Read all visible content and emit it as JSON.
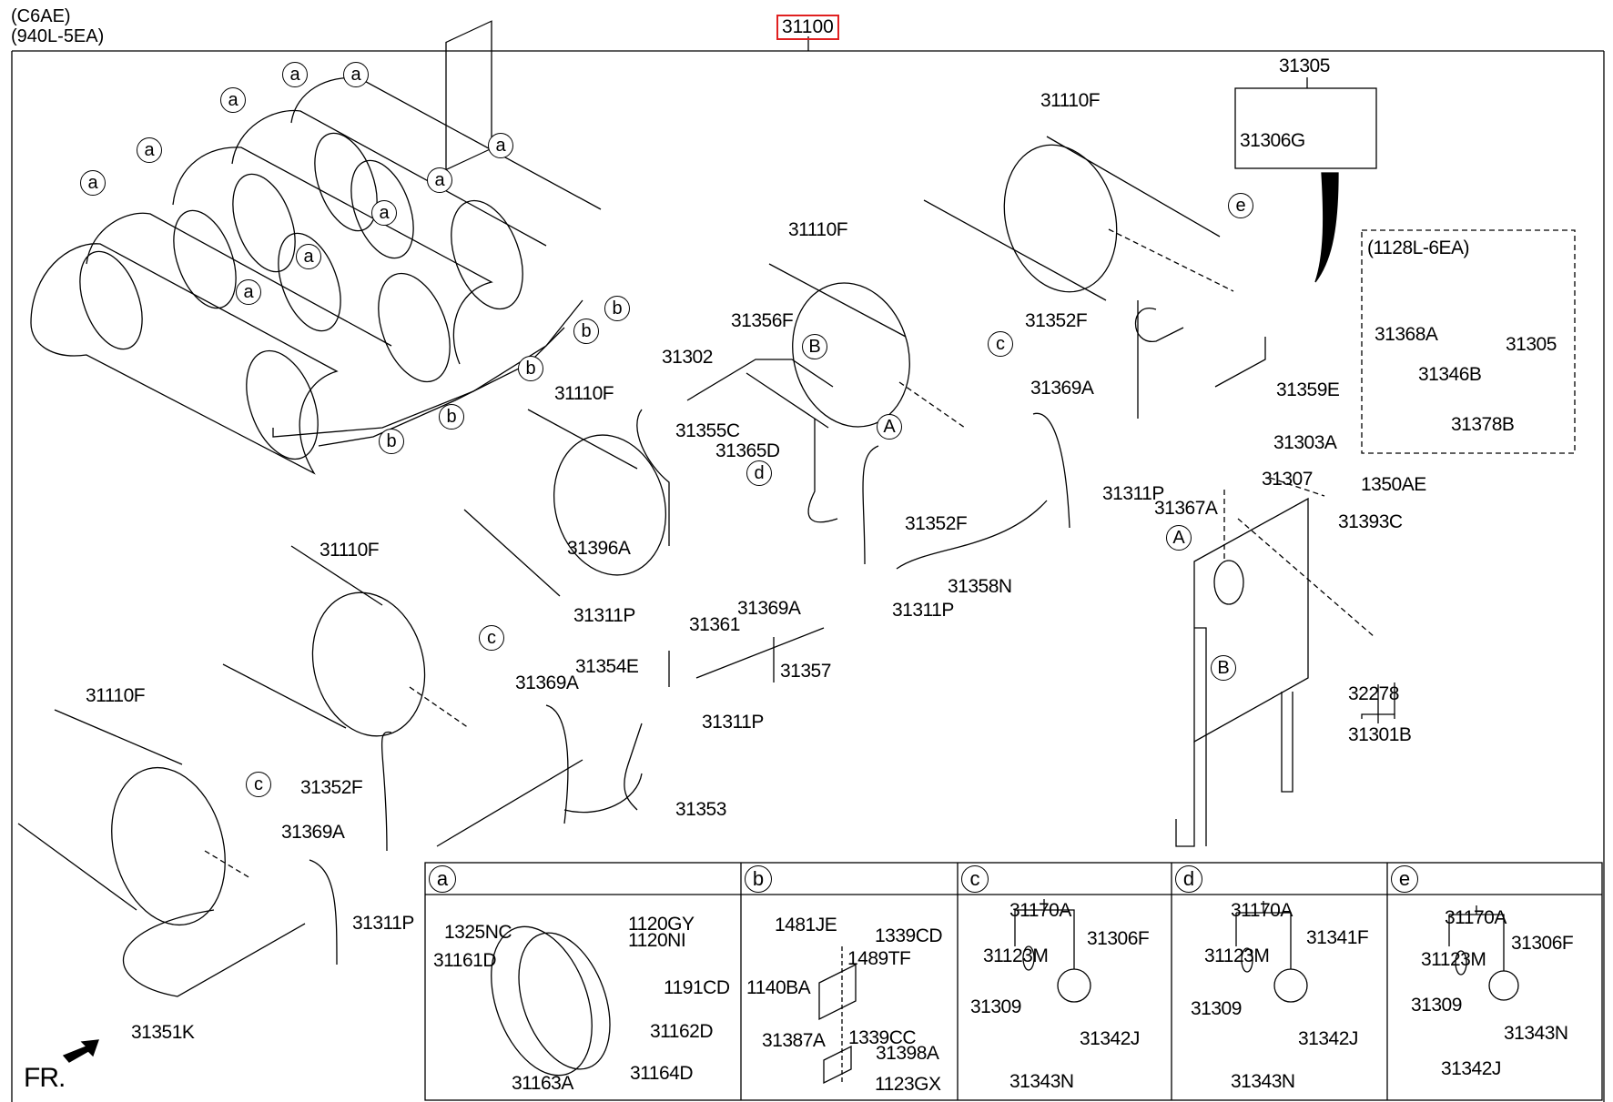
{
  "header": {
    "model_code": "(C6AE)",
    "capacity_note": "(940L-5EA)",
    "assembly_ref": "31100",
    "accent_color": "#e02020"
  },
  "main_labels": [
    {
      "id": "31110F_top",
      "text": "31110F"
    },
    {
      "id": "31110F_mid",
      "text": "31110F"
    },
    {
      "id": "31110F_left",
      "text": "31110F"
    },
    {
      "id": "31110F_lower",
      "text": "31110F"
    },
    {
      "id": "31110F_bottom",
      "text": "31110F"
    },
    {
      "id": "31305_top",
      "text": "31305"
    },
    {
      "id": "31306G",
      "text": "31306G"
    },
    {
      "id": "31356F",
      "text": "31356F"
    },
    {
      "id": "31302",
      "text": "31302"
    },
    {
      "id": "31355C",
      "text": "31355C"
    },
    {
      "id": "31365D",
      "text": "31365D"
    },
    {
      "id": "31396A",
      "text": "31396A"
    },
    {
      "id": "31352F_top",
      "text": "31352F"
    },
    {
      "id": "31352F_mid",
      "text": "31352F"
    },
    {
      "id": "31352F_left",
      "text": "31352F"
    },
    {
      "id": "31369A_top",
      "text": "31369A"
    },
    {
      "id": "31369A_mid",
      "text": "31369A"
    },
    {
      "id": "31369A_left",
      "text": "31369A"
    },
    {
      "id": "31369A_bottom",
      "text": "31369A"
    },
    {
      "id": "31359E",
      "text": "31359E"
    },
    {
      "id": "31303A",
      "text": "31303A"
    },
    {
      "id": "31307",
      "text": "31307"
    },
    {
      "id": "1350AE",
      "text": "1350AE"
    },
    {
      "id": "31393C",
      "text": "31393C"
    },
    {
      "id": "31311P_right",
      "text": "31311P"
    },
    {
      "id": "31311P_a",
      "text": "31311P"
    },
    {
      "id": "31311P_b",
      "text": "31311P"
    },
    {
      "id": "31311P_c",
      "text": "31311P"
    },
    {
      "id": "31311P_d",
      "text": "31311P"
    },
    {
      "id": "31367A",
      "text": "31367A"
    },
    {
      "id": "31358N",
      "text": "31358N"
    },
    {
      "id": "31361",
      "text": "31361"
    },
    {
      "id": "31354E",
      "text": "31354E"
    },
    {
      "id": "31357",
      "text": "31357"
    },
    {
      "id": "31353",
      "text": "31353"
    },
    {
      "id": "31351K",
      "text": "31351K"
    },
    {
      "id": "32278",
      "text": "32278"
    },
    {
      "id": "31301B",
      "text": "31301B"
    }
  ],
  "option_box": {
    "title": "(1128L-6EA)",
    "labels": [
      "31368A",
      "31305",
      "31346B",
      "31378B"
    ]
  },
  "callouts": {
    "a": "a",
    "b": "b",
    "c": "c",
    "d": "d",
    "e": "e",
    "A": "A",
    "B": "B"
  },
  "direction_marker": "FR.",
  "detail_panels": [
    {
      "key": "a",
      "labels": [
        "1325NC",
        "1120GY",
        "1120NI",
        "31161D",
        "1191CD",
        "31162D",
        "31163A",
        "31164D"
      ]
    },
    {
      "key": "b",
      "labels": [
        "1481JE",
        "1339CD",
        "1489TF",
        "1140BA",
        "31387A",
        "1339CC",
        "31398A",
        "1123GX"
      ]
    },
    {
      "key": "c",
      "labels": [
        "31170A",
        "31123M",
        "31306F",
        "31309",
        "31342J",
        "31343N"
      ]
    },
    {
      "key": "d",
      "labels": [
        "31170A",
        "31123M",
        "31341F",
        "31309",
        "31342J",
        "31343N"
      ]
    },
    {
      "key": "e",
      "labels": [
        "31170A",
        "31123M",
        "31306F",
        "31309",
        "31343N",
        "31342J"
      ]
    }
  ]
}
